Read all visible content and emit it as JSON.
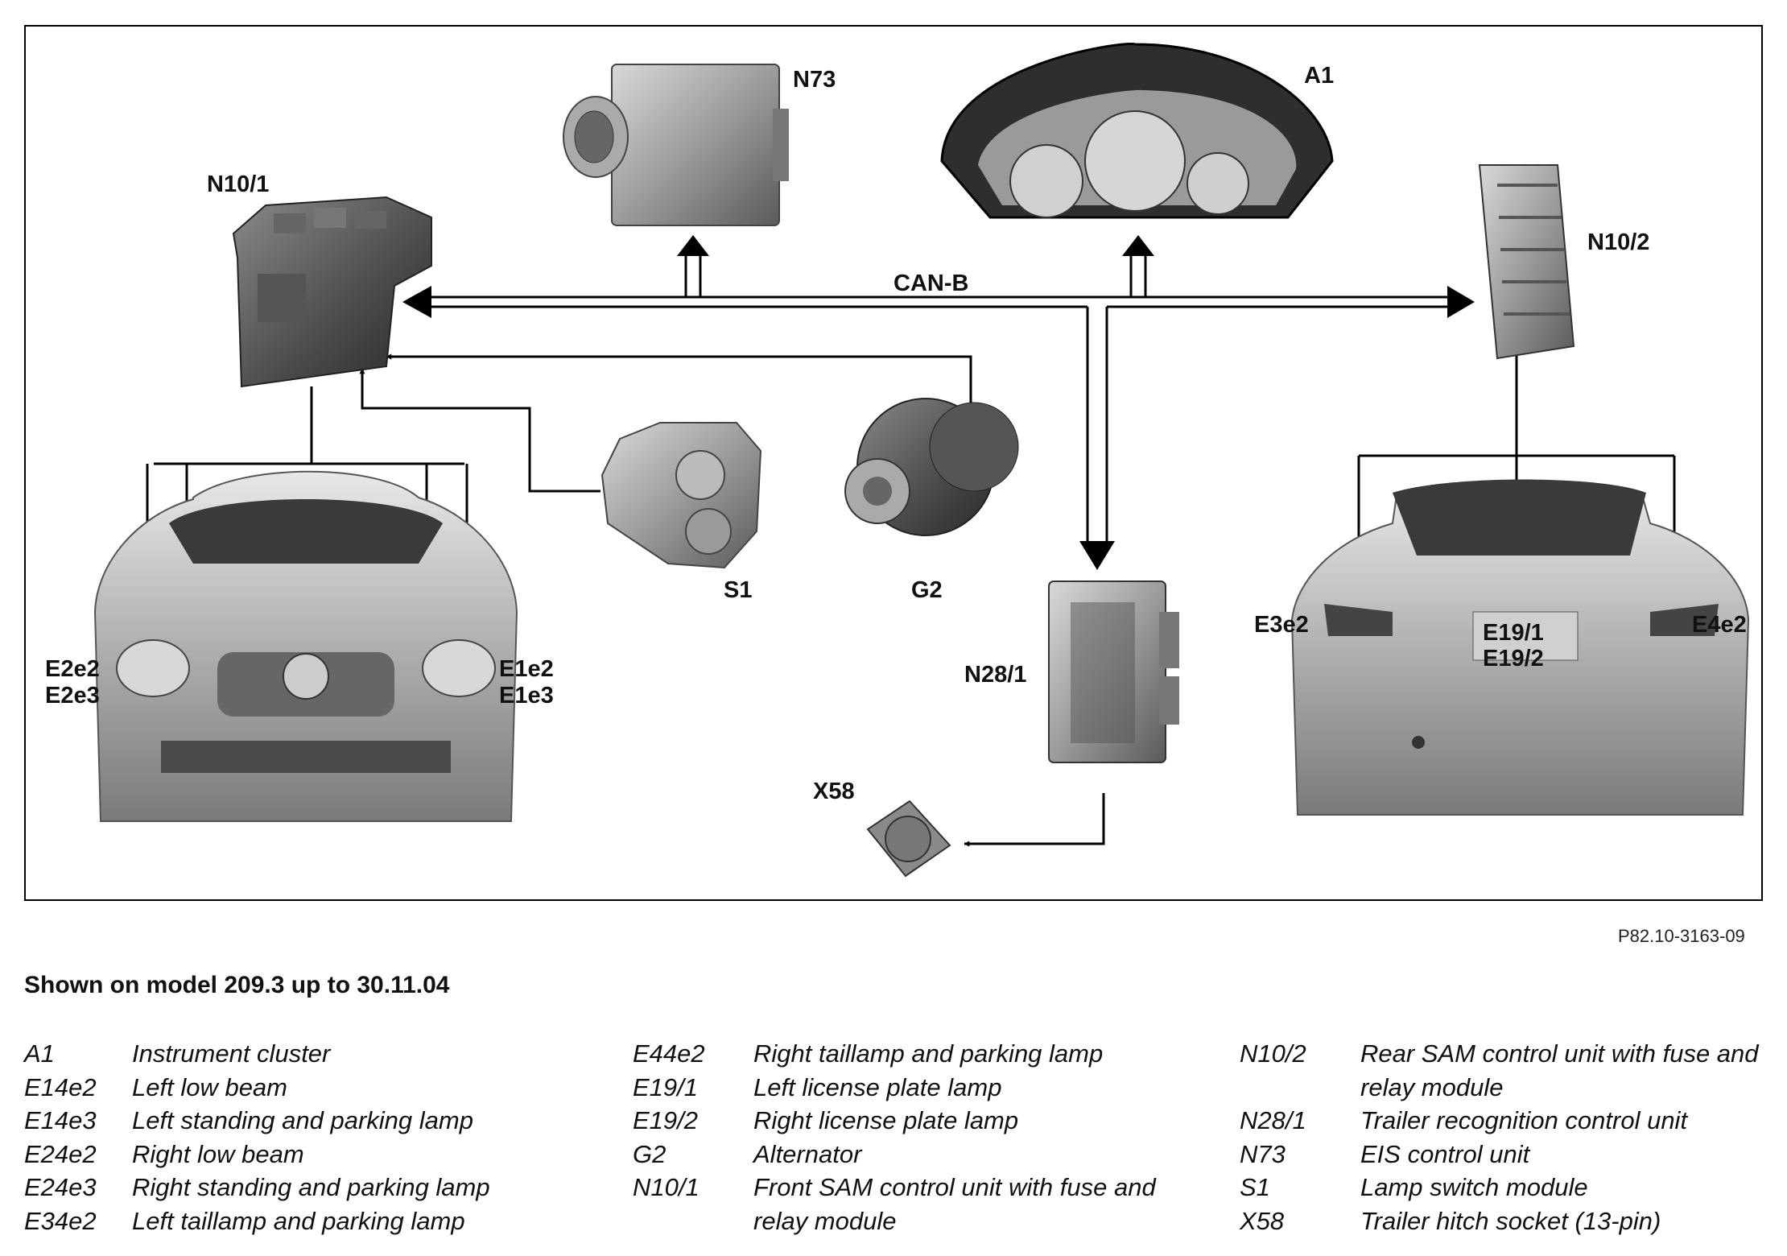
{
  "diagram": {
    "bus_label": "CAN-B",
    "components": {
      "n10_1": "N10/1",
      "n73": "N73",
      "a1": "A1",
      "n10_2": "N10/2",
      "s1": "S1",
      "g2": "G2",
      "n28_1": "N28/1",
      "x58": "X58",
      "e2e2": "E2e2",
      "e2e3": "E2e3",
      "e1e2": "E1e2",
      "e1e3": "E1e3",
      "e3e2": "E3e2",
      "e4e2": "E4e2",
      "e19_1": "E19/1",
      "e19_2": "E19/2"
    }
  },
  "reference_code": "P82.10-3163-09",
  "caption": "Shown on model 209.3 up to 30.11.04",
  "legend": {
    "col1": [
      {
        "code": "A1",
        "desc": "Instrument cluster"
      },
      {
        "code": "E14e2",
        "desc": "Left low beam"
      },
      {
        "code": "E14e3",
        "desc": "Left standing and parking lamp"
      },
      {
        "code": "E24e2",
        "desc": "Right low beam"
      },
      {
        "code": "E24e3",
        "desc": "Right standing and parking lamp"
      },
      {
        "code": "E34e2",
        "desc": "Left taillamp and parking lamp"
      }
    ],
    "col2": [
      {
        "code": "E44e2",
        "desc": "Right taillamp and parking lamp"
      },
      {
        "code": "E19/1",
        "desc": "Left license plate lamp"
      },
      {
        "code": "E19/2",
        "desc": "Right license plate lamp"
      },
      {
        "code": "G2",
        "desc": "Alternator"
      },
      {
        "code": "N10/1",
        "desc": "Front SAM control unit with fuse and relay module"
      }
    ],
    "col3": [
      {
        "code": "N10/2",
        "desc": "Rear SAM control unit with fuse and relay module"
      },
      {
        "code": "N28/1",
        "desc": "Trailer recognition control unit"
      },
      {
        "code": "N73",
        "desc": "EIS control unit"
      },
      {
        "code": "S1",
        "desc": "Lamp switch module"
      },
      {
        "code": "X58",
        "desc": "Trailer hitch socket (13-pin)"
      }
    ]
  }
}
